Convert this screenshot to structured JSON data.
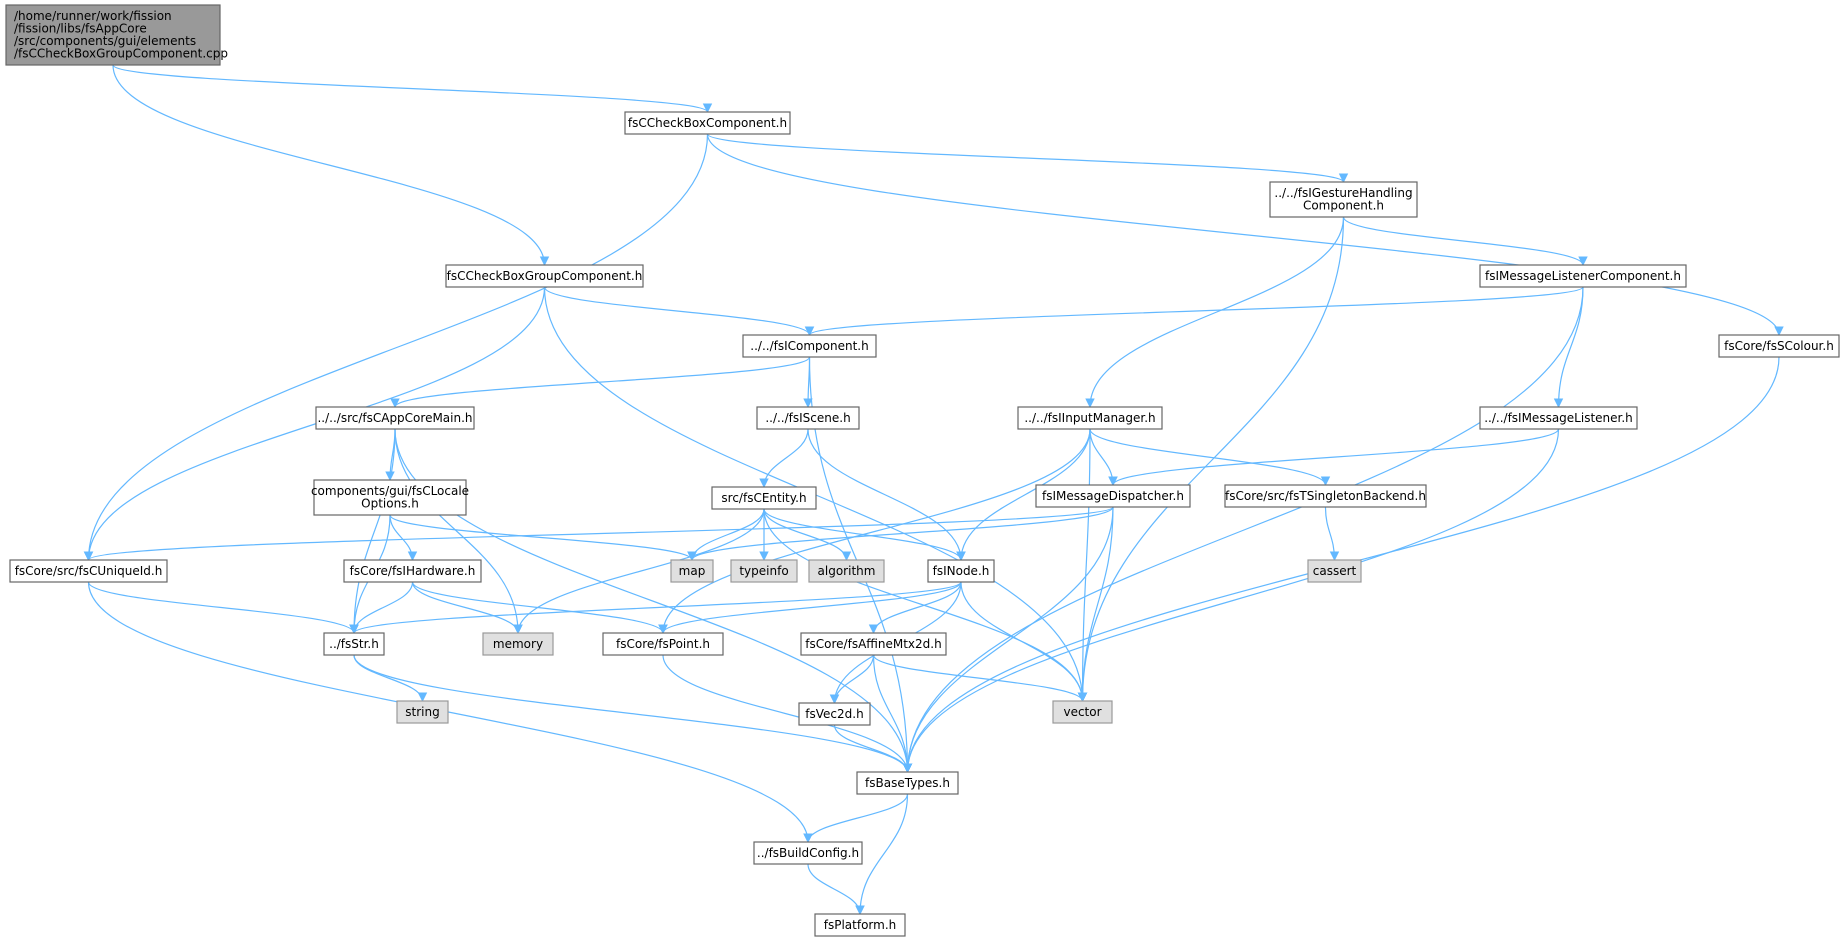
{
  "diagram": {
    "type": "include-dependency-graph",
    "edge_color": "#63b8ff",
    "node_border_color": "#666666",
    "root_fill": "#999999",
    "system_header_fill": "#e0e0e0",
    "nodes": [
      {
        "id": "root",
        "kind": "root",
        "lines": [
          "/home/runner/work/fission",
          "/fission/libs/fsAppCore",
          "/src/components/gui/elements",
          "/fsCCheckBoxGroupComponent.cpp"
        ]
      },
      {
        "id": "cbc",
        "kind": "file",
        "lines": [
          "fsCCheckBoxComponent.h"
        ]
      },
      {
        "id": "gest",
        "kind": "file",
        "lines": [
          "../../fsIGestureHandling",
          "Component.h"
        ]
      },
      {
        "id": "cbgc",
        "kind": "file",
        "lines": [
          "fsCCheckBoxGroupComponent.h"
        ]
      },
      {
        "id": "mlc",
        "kind": "file",
        "lines": [
          "fsIMessageListenerComponent.h"
        ]
      },
      {
        "id": "comp",
        "kind": "file",
        "lines": [
          "../../fsIComponent.h"
        ]
      },
      {
        "id": "colour",
        "kind": "file",
        "lines": [
          "fsCore/fsSColour.h"
        ]
      },
      {
        "id": "appmain",
        "kind": "file",
        "lines": [
          "../../src/fsCAppCoreMain.h"
        ]
      },
      {
        "id": "scene",
        "kind": "file",
        "lines": [
          "../../fsIScene.h"
        ]
      },
      {
        "id": "inputmgr",
        "kind": "file",
        "lines": [
          "../../fsIInputManager.h"
        ]
      },
      {
        "id": "msglist",
        "kind": "file",
        "lines": [
          "../../fsIMessageListener.h"
        ]
      },
      {
        "id": "locale",
        "kind": "file",
        "lines": [
          "components/gui/fsCLocale",
          "Options.h"
        ]
      },
      {
        "id": "entity",
        "kind": "file",
        "lines": [
          "src/fsCEntity.h"
        ]
      },
      {
        "id": "dispatch",
        "kind": "file",
        "lines": [
          "fsIMessageDispatcher.h"
        ]
      },
      {
        "id": "singleton",
        "kind": "file",
        "lines": [
          "fsCore/src/fsTSingletonBackend.h"
        ]
      },
      {
        "id": "uniqueid",
        "kind": "file",
        "lines": [
          "fsCore/src/fsCUniqueId.h"
        ]
      },
      {
        "id": "hardware",
        "kind": "file",
        "lines": [
          "fsCore/fsIHardware.h"
        ]
      },
      {
        "id": "map",
        "kind": "sys",
        "lines": [
          "map"
        ]
      },
      {
        "id": "typeinfo",
        "kind": "sys",
        "lines": [
          "typeinfo"
        ]
      },
      {
        "id": "algorithm",
        "kind": "sys",
        "lines": [
          "algorithm"
        ]
      },
      {
        "id": "inode",
        "kind": "file",
        "lines": [
          "fsINode.h"
        ]
      },
      {
        "id": "cassert",
        "kind": "sys",
        "lines": [
          "cassert"
        ]
      },
      {
        "id": "str",
        "kind": "file",
        "lines": [
          "../fsStr.h"
        ]
      },
      {
        "id": "memory",
        "kind": "sys",
        "lines": [
          "memory"
        ]
      },
      {
        "id": "point",
        "kind": "file",
        "lines": [
          "fsCore/fsPoint.h"
        ]
      },
      {
        "id": "affine",
        "kind": "file",
        "lines": [
          "fsCore/fsAffineMtx2d.h"
        ]
      },
      {
        "id": "string",
        "kind": "sys",
        "lines": [
          "string"
        ]
      },
      {
        "id": "vec2d",
        "kind": "file",
        "lines": [
          "fsVec2d.h"
        ]
      },
      {
        "id": "vector",
        "kind": "sys",
        "lines": [
          "vector"
        ]
      },
      {
        "id": "basetypes",
        "kind": "file",
        "lines": [
          "fsBaseTypes.h"
        ]
      },
      {
        "id": "buildcfg",
        "kind": "file",
        "lines": [
          "../fsBuildConfig.h"
        ]
      },
      {
        "id": "platform",
        "kind": "file",
        "lines": [
          "fsPlatform.h"
        ]
      }
    ],
    "edges": [
      [
        "root",
        "cbc"
      ],
      [
        "root",
        "cbgc"
      ],
      [
        "cbc",
        "uniqueid"
      ],
      [
        "cbc",
        "gest"
      ],
      [
        "cbc",
        "colour"
      ],
      [
        "gest",
        "mlc"
      ],
      [
        "gest",
        "inputmgr"
      ],
      [
        "gest",
        "vector"
      ],
      [
        "cbgc",
        "comp"
      ],
      [
        "cbgc",
        "uniqueid"
      ],
      [
        "cbgc",
        "vector"
      ],
      [
        "mlc",
        "comp"
      ],
      [
        "mlc",
        "msglist"
      ],
      [
        "mlc",
        "basetypes"
      ],
      [
        "comp",
        "appmain"
      ],
      [
        "comp",
        "scene"
      ],
      [
        "comp",
        "basetypes"
      ],
      [
        "colour",
        "basetypes"
      ],
      [
        "appmain",
        "locale"
      ],
      [
        "appmain",
        "str"
      ],
      [
        "appmain",
        "memory"
      ],
      [
        "appmain",
        "basetypes"
      ],
      [
        "scene",
        "entity"
      ],
      [
        "scene",
        "inode"
      ],
      [
        "inputmgr",
        "dispatch"
      ],
      [
        "inputmgr",
        "singleton"
      ],
      [
        "inputmgr",
        "inode"
      ],
      [
        "inputmgr",
        "point"
      ],
      [
        "inputmgr",
        "vector"
      ],
      [
        "msglist",
        "dispatch"
      ],
      [
        "msglist",
        "basetypes"
      ],
      [
        "locale",
        "hardware"
      ],
      [
        "locale",
        "str"
      ],
      [
        "locale",
        "map"
      ],
      [
        "entity",
        "map"
      ],
      [
        "entity",
        "typeinfo"
      ],
      [
        "entity",
        "algorithm"
      ],
      [
        "entity",
        "inode"
      ],
      [
        "entity",
        "memory"
      ],
      [
        "entity",
        "vector"
      ],
      [
        "dispatch",
        "uniqueid"
      ],
      [
        "dispatch",
        "map"
      ],
      [
        "dispatch",
        "vector"
      ],
      [
        "dispatch",
        "basetypes"
      ],
      [
        "singleton",
        "cassert"
      ],
      [
        "uniqueid",
        "str"
      ],
      [
        "uniqueid",
        "buildcfg"
      ],
      [
        "hardware",
        "str"
      ],
      [
        "hardware",
        "memory"
      ],
      [
        "hardware",
        "point"
      ],
      [
        "inode",
        "str"
      ],
      [
        "inode",
        "point"
      ],
      [
        "inode",
        "affine"
      ],
      [
        "inode",
        "vec2d"
      ],
      [
        "inode",
        "vector"
      ],
      [
        "str",
        "string"
      ],
      [
        "str",
        "basetypes"
      ],
      [
        "point",
        "basetypes"
      ],
      [
        "affine",
        "vec2d"
      ],
      [
        "affine",
        "vector"
      ],
      [
        "affine",
        "basetypes"
      ],
      [
        "vec2d",
        "basetypes"
      ],
      [
        "basetypes",
        "buildcfg"
      ],
      [
        "basetypes",
        "platform"
      ],
      [
        "buildcfg",
        "platform"
      ]
    ]
  }
}
